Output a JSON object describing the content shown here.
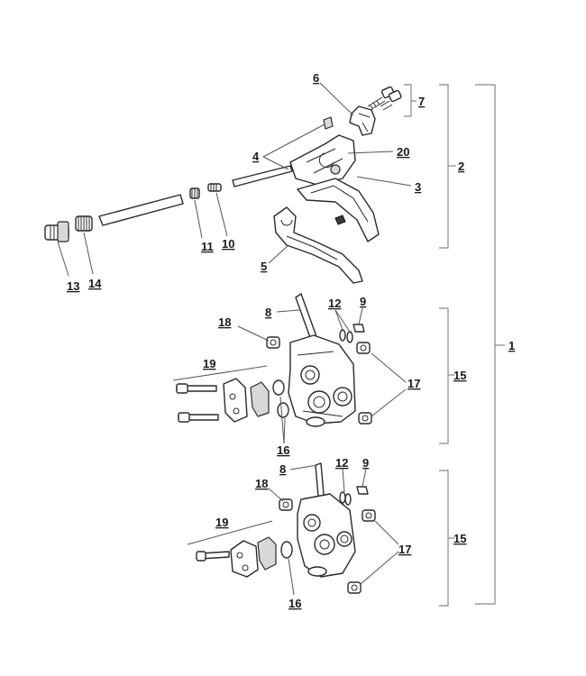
{
  "callouts": {
    "c1": "1",
    "c2": "2",
    "c3": "3",
    "c4": "4",
    "c5": "5",
    "c6": "6",
    "c7": "7",
    "c8a": "8",
    "c8b": "8",
    "c9a": "9",
    "c9b": "9",
    "c10": "10",
    "c11": "11",
    "c12a": "12",
    "c12b": "12",
    "c13": "13",
    "c14": "14",
    "c15a": "15",
    "c15b": "15",
    "c16a": "16",
    "c16b": "16",
    "c17a": "17",
    "c17b": "17",
    "c18a": "18",
    "c18b": "18",
    "c19a": "19",
    "c19b": "19",
    "c20": "20"
  }
}
